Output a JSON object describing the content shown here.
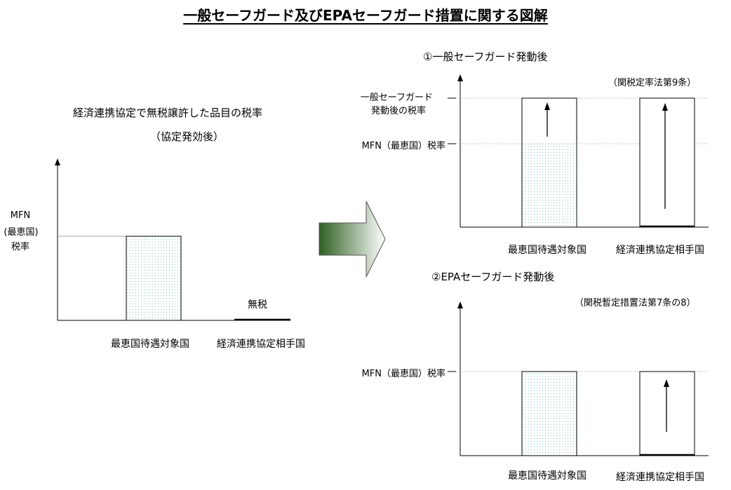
{
  "title": "一般セーフガード及びEPAセーフガード措置に関する図解",
  "left": {
    "heading": "経済連携協定で無税譲許した品目の税率",
    "subheading": "（協定発効後）",
    "axis_label_line1": "MFN",
    "axis_label_line2": "(最恵国)",
    "axis_label_line3": "税率",
    "zero_label": "無税",
    "category_1": "最恵国待遇対象国",
    "category_2": "経済連携協定相手国"
  },
  "top_right": {
    "heading": "①一般セーフガード発動後",
    "law": "（関税定率法第9条）",
    "sg_label_line1": "一般セーフガード",
    "sg_label_line2": "発動後の税率",
    "mfn_label": "MFN（最恵国）税率",
    "category_1": "最恵国待遇対象国",
    "category_2": "経済連携協定相手国"
  },
  "bottom_right": {
    "heading": "②EPAセーフガード発動後",
    "law": "（関税暫定措置法第7条の8）",
    "mfn_label": "MFN（最恵国）税率",
    "category_1": "最恵国待遇対象国",
    "category_2": "経済連携協定相手国"
  },
  "colors": {
    "dot_fill": "#7fc9b8",
    "arrow_gradient_start": "#2f5f23",
    "arrow_gradient_end": "#ffffff",
    "guide_line": "#888888"
  }
}
